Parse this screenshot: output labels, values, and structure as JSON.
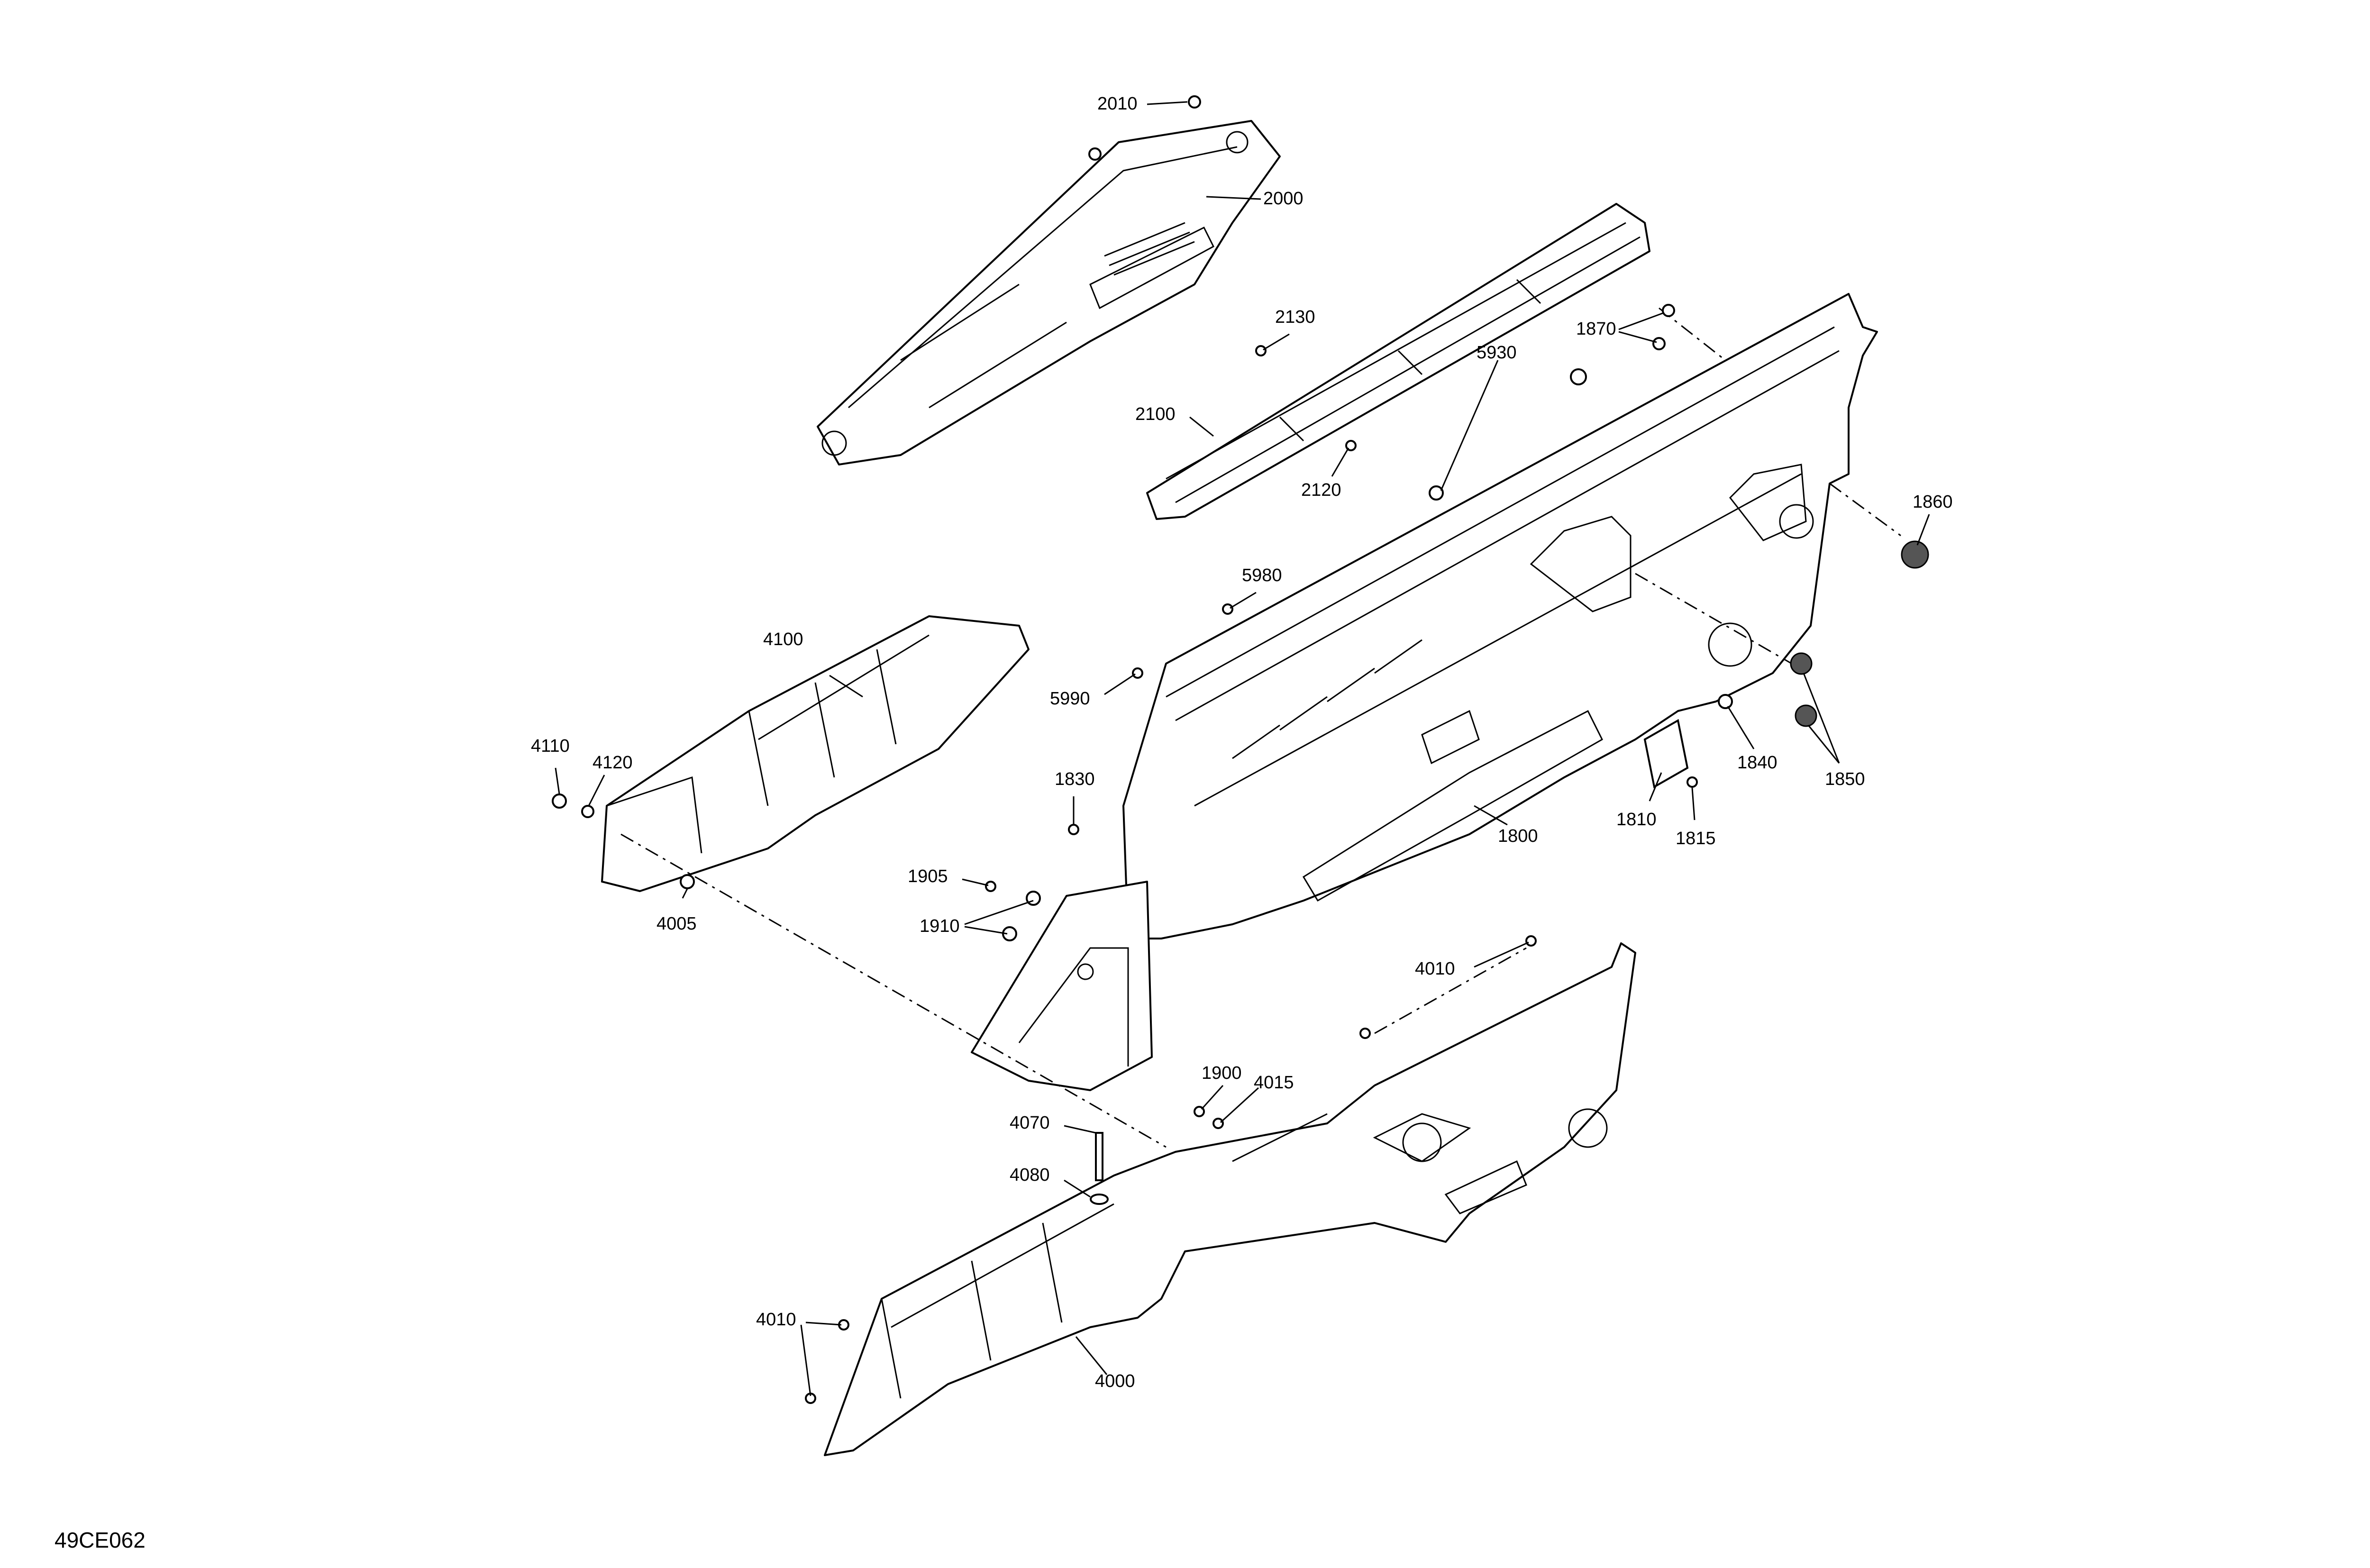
{
  "diagram": {
    "reference_code": "49CE062",
    "callouts": [
      {
        "id": "c2010",
        "label": "2010"
      },
      {
        "id": "c2000",
        "label": "2000"
      },
      {
        "id": "c2130",
        "label": "2130"
      },
      {
        "id": "c2100",
        "label": "2100"
      },
      {
        "id": "c2120",
        "label": "2120"
      },
      {
        "id": "c1870",
        "label": "1870"
      },
      {
        "id": "c5930",
        "label": "5930"
      },
      {
        "id": "c1860",
        "label": "1860"
      },
      {
        "id": "c5980",
        "label": "5980"
      },
      {
        "id": "c4100",
        "label": "4100"
      },
      {
        "id": "c5990",
        "label": "5990"
      },
      {
        "id": "c1840",
        "label": "1840"
      },
      {
        "id": "c1850",
        "label": "1850"
      },
      {
        "id": "c4110",
        "label": "4110"
      },
      {
        "id": "c4120",
        "label": "4120"
      },
      {
        "id": "c1830",
        "label": "1830"
      },
      {
        "id": "c1810",
        "label": "1810"
      },
      {
        "id": "c1815",
        "label": "1815"
      },
      {
        "id": "c1800",
        "label": "1800"
      },
      {
        "id": "c1905",
        "label": "1905"
      },
      {
        "id": "c4005",
        "label": "4005"
      },
      {
        "id": "c1910",
        "label": "1910"
      },
      {
        "id": "c4010a",
        "label": "4010"
      },
      {
        "id": "c1900",
        "label": "1900"
      },
      {
        "id": "c4015",
        "label": "4015"
      },
      {
        "id": "c4070",
        "label": "4070"
      },
      {
        "id": "c4080",
        "label": "4080"
      },
      {
        "id": "c4010b",
        "label": "4010"
      },
      {
        "id": "c4000",
        "label": "4000"
      }
    ]
  }
}
